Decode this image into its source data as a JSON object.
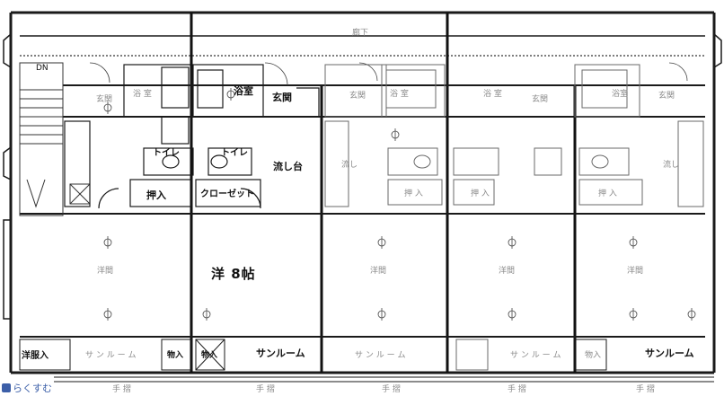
{
  "labels": {
    "corridor": "廊下",
    "dn": "DN",
    "genkan": "玄関",
    "yokushitsu": "浴室",
    "yokushitsu_faint": "浴 室",
    "toilet": "トイレ",
    "nagashidai": "流し台",
    "nagashi_faint": "流し",
    "oshiire": "押入",
    "oshiire_spaced": "押 入",
    "closet": "クローゼット",
    "main_room": "洋 8帖",
    "yoma": "洋間",
    "sunroom": "サンルーム",
    "sunroom_spaced": "サ ン ル ー ム",
    "storage": "物入",
    "tesuri": "手摺",
    "tesuri_spaced": "手 摺",
    "yo_oshiire": "洋服入"
  },
  "watermark": "らくすむ",
  "colors": {
    "line": "#1a1a1a",
    "faint": "#9a9a9a",
    "accent": "#3c5fa8"
  }
}
